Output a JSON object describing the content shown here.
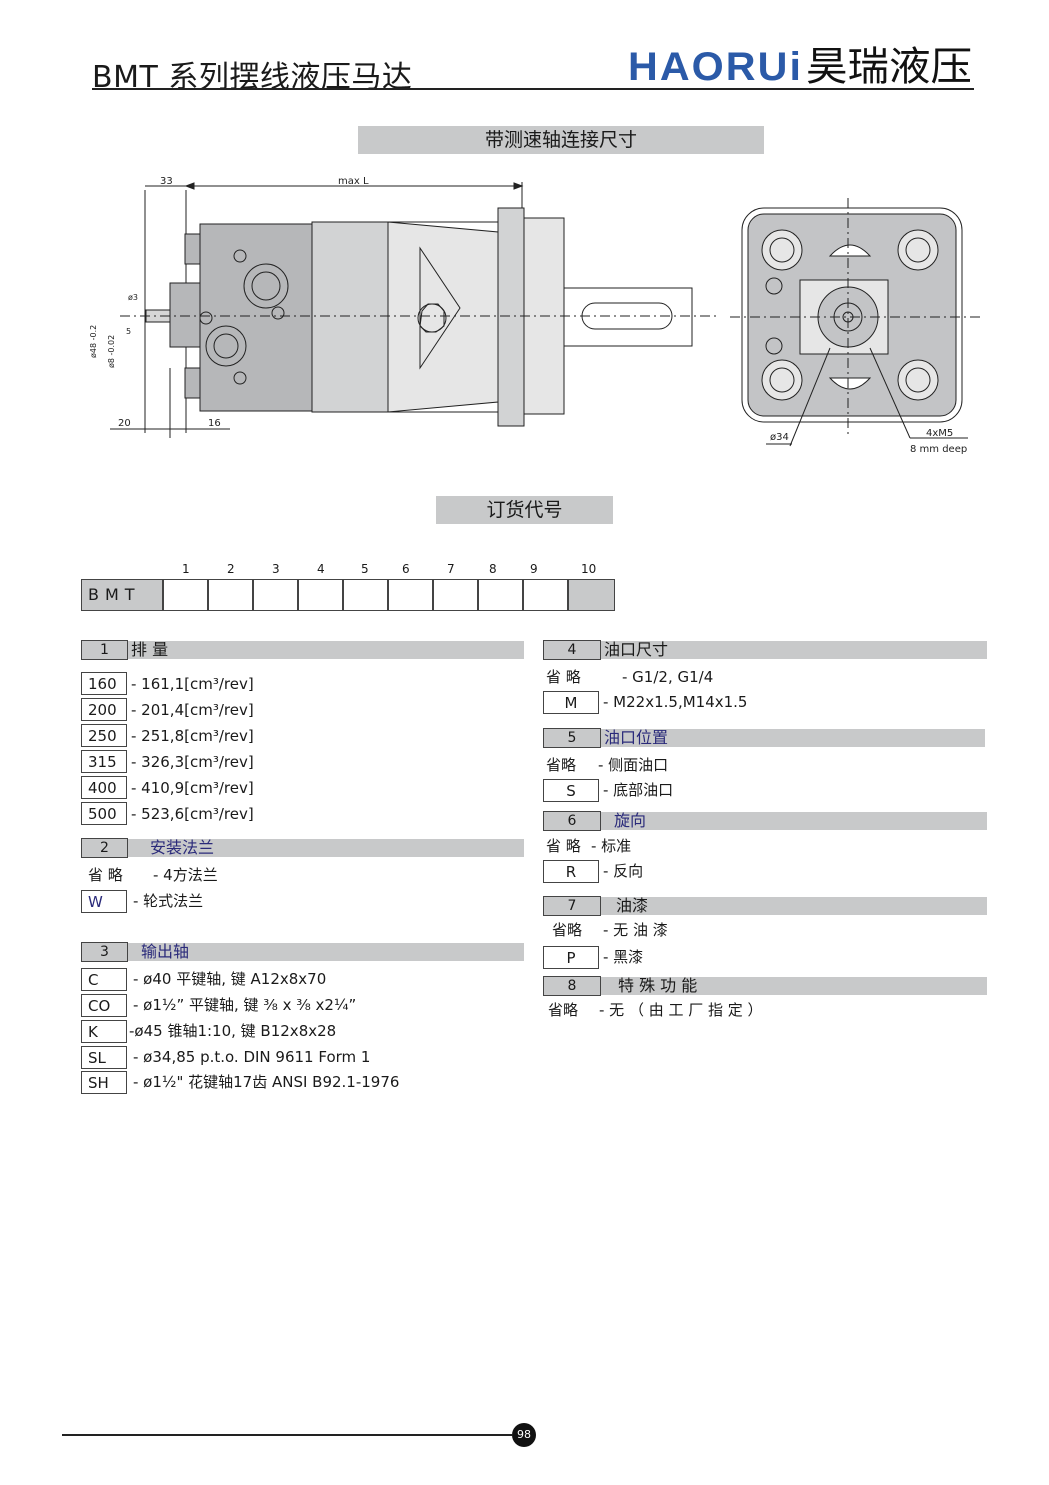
{
  "header": {
    "series_title": "BMT 系列摆线液压马达",
    "brand_latin": "HAORUi",
    "brand_cn": "昊瑞液压"
  },
  "section_dims": {
    "title": "带测速轴连接尺寸"
  },
  "drawing": {
    "dim_33": "33",
    "dim_maxL": "max L",
    "dim_20": "20",
    "dim_16": "16",
    "dim_d3": "ø3",
    "dim_5": "5",
    "dim_d48": "ø48 -0.2",
    "dim_d8": "ø8 -0.02",
    "dim_d34": "ø34",
    "dim_4xM5": "4xM5",
    "dim_8mm": "8 mm deep"
  },
  "section_order": {
    "title": "订货代号"
  },
  "order_table": {
    "prefix": "BMT",
    "columns": [
      "1",
      "2",
      "3",
      "4",
      "5",
      "6",
      "7",
      "8",
      "9",
      "10"
    ]
  },
  "groups": {
    "g1": {
      "num": "1",
      "title": "排 量",
      "rows": [
        {
          "code": "160",
          "text": "- 161,1[cm³/rev]"
        },
        {
          "code": "200",
          "text": "- 201,4[cm³/rev]"
        },
        {
          "code": "250",
          "text": "- 251,8[cm³/rev]"
        },
        {
          "code": "315",
          "text": "- 326,3[cm³/rev]"
        },
        {
          "code": "400",
          "text": "- 410,9[cm³/rev]"
        },
        {
          "code": "500",
          "text": "- 523,6[cm³/rev]"
        }
      ]
    },
    "g2": {
      "num": "2",
      "title": "安装法兰",
      "omit_label": "省  略",
      "omit_text": "- 4方法兰",
      "rows": [
        {
          "code": "W",
          "text": "- 轮式法兰"
        }
      ]
    },
    "g3": {
      "num": "3",
      "title": "输出轴",
      "rows": [
        {
          "code": "C",
          "text": "- ø40 平键轴, 键 A12x8x70"
        },
        {
          "code": "CO",
          "text": "- ø1½”  平键轴, 键 ³⁄₈ x ³⁄₈ x2¼”"
        },
        {
          "code": "K",
          "text": "-ø45 锥轴1:10, 键 B12x8x28"
        },
        {
          "code": "SL",
          "text": "- ø34,85 p.t.o.  DIN 9611 Form 1"
        },
        {
          "code": "SH",
          "text": "- ø1½\" 花键轴17齿 ANSI B92.1-1976"
        }
      ]
    },
    "g4": {
      "num": "4",
      "title": "油口尺寸",
      "omit_label": "省  略",
      "omit_text": "- G1/2, G1/4",
      "rows": [
        {
          "code": "M",
          "text": "-  M22x1.5,M14x1.5"
        }
      ]
    },
    "g5": {
      "num": "5",
      "title": "油口位置",
      "omit_label": "省略",
      "omit_text": "-  侧面油口",
      "rows": [
        {
          "code": "S",
          "text": "- 底部油口"
        }
      ]
    },
    "g6": {
      "num": "6",
      "title": "旋向",
      "omit_label": "省 略",
      "omit_text": "- 标准",
      "rows": [
        {
          "code": "R",
          "text": "- 反向"
        }
      ]
    },
    "g7": {
      "num": "7",
      "title": "油漆",
      "omit_label": "省略",
      "omit_text": "-    无 油 漆",
      "rows": [
        {
          "code": "P",
          "text": "-    黑漆"
        }
      ]
    },
    "g8": {
      "num": "8",
      "title": "特 殊 功 能",
      "omit_label": "省略",
      "omit_text": "-    无 （ 由 工 厂 指 定 ）"
    }
  },
  "footer": {
    "page": "98"
  },
  "colors": {
    "section_gray": "#c8c9ca",
    "brand_blue": "#2b5aa8"
  }
}
